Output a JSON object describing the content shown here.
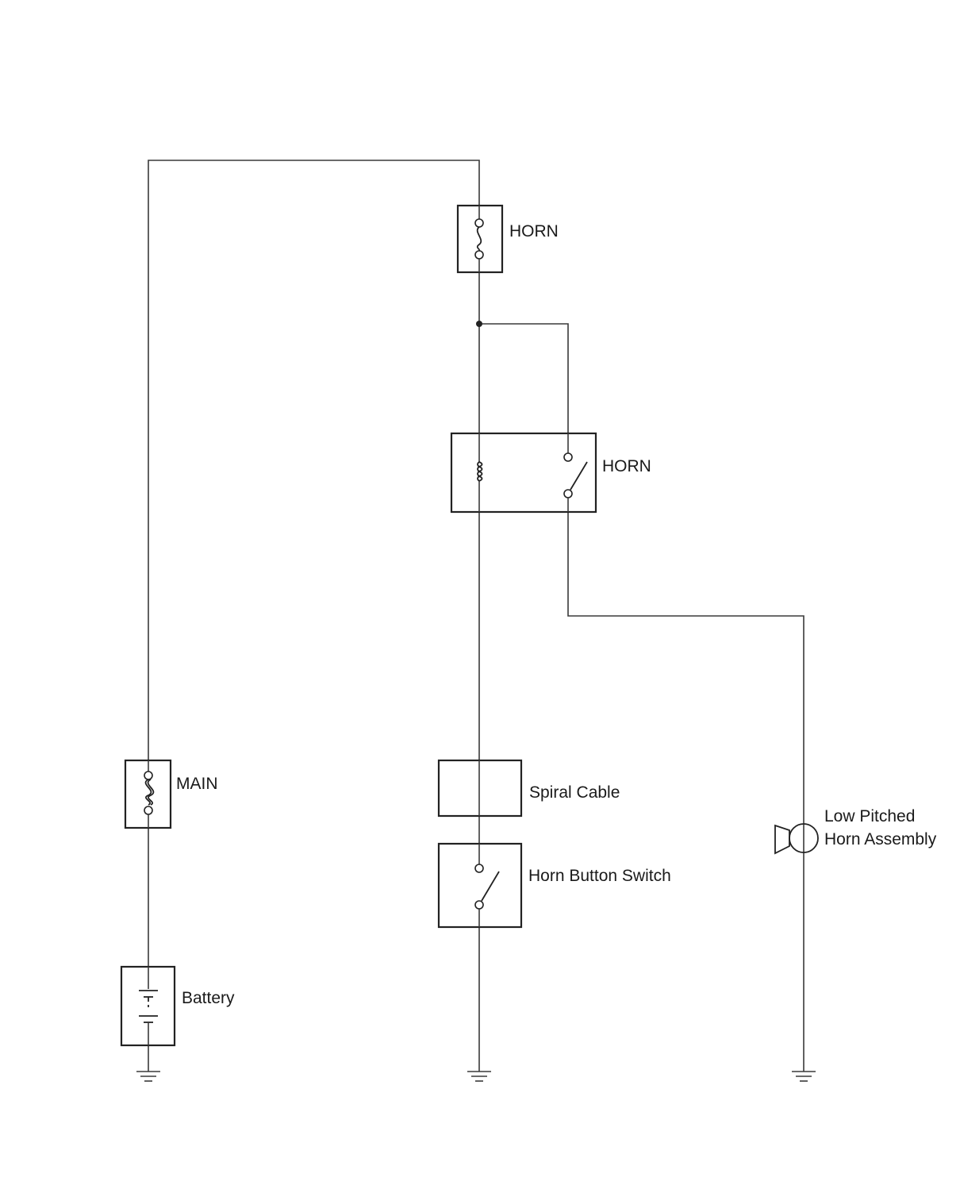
{
  "labels": {
    "fuse_horn": "HORN",
    "relay_horn": "HORN",
    "fuse_main": "MAIN",
    "battery": "Battery",
    "spiral_cable": "Spiral Cable",
    "horn_button_switch": "Horn Button Switch",
    "horn_assembly_line1": "Low Pitched",
    "horn_assembly_line2": "Horn Assembly"
  }
}
